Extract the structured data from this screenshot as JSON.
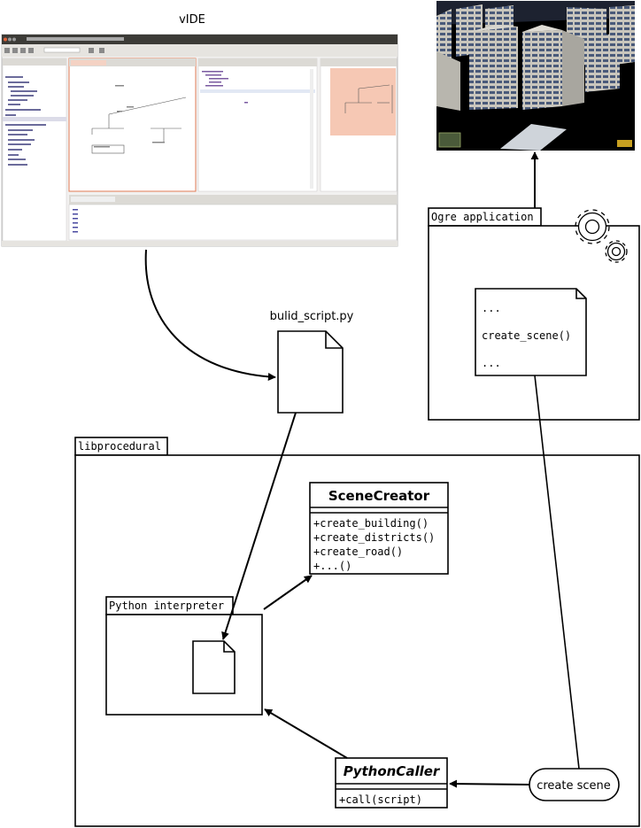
{
  "vide": {
    "title": "vIDE"
  },
  "script_file": {
    "name": "bulid_script.py"
  },
  "ogre": {
    "package_label": "Ogre application",
    "note_lines": [
      "...",
      "create_scene()",
      "..."
    ]
  },
  "libprocedural": {
    "package_label": "libprocedural",
    "python_interpreter_label": "Python interpreter",
    "scene_creator": {
      "name": "SceneCreator",
      "methods": [
        "+create_building()",
        "+create_districts()",
        "+create_road()",
        "+...()"
      ]
    },
    "python_caller": {
      "name": "PythonCaller",
      "methods": [
        "+call(script)"
      ]
    },
    "use_case": "create scene"
  },
  "icons": [
    "ide-screenshot-thumbnail",
    "city-render-thumbnail",
    "gears-icon",
    "document-icon"
  ]
}
